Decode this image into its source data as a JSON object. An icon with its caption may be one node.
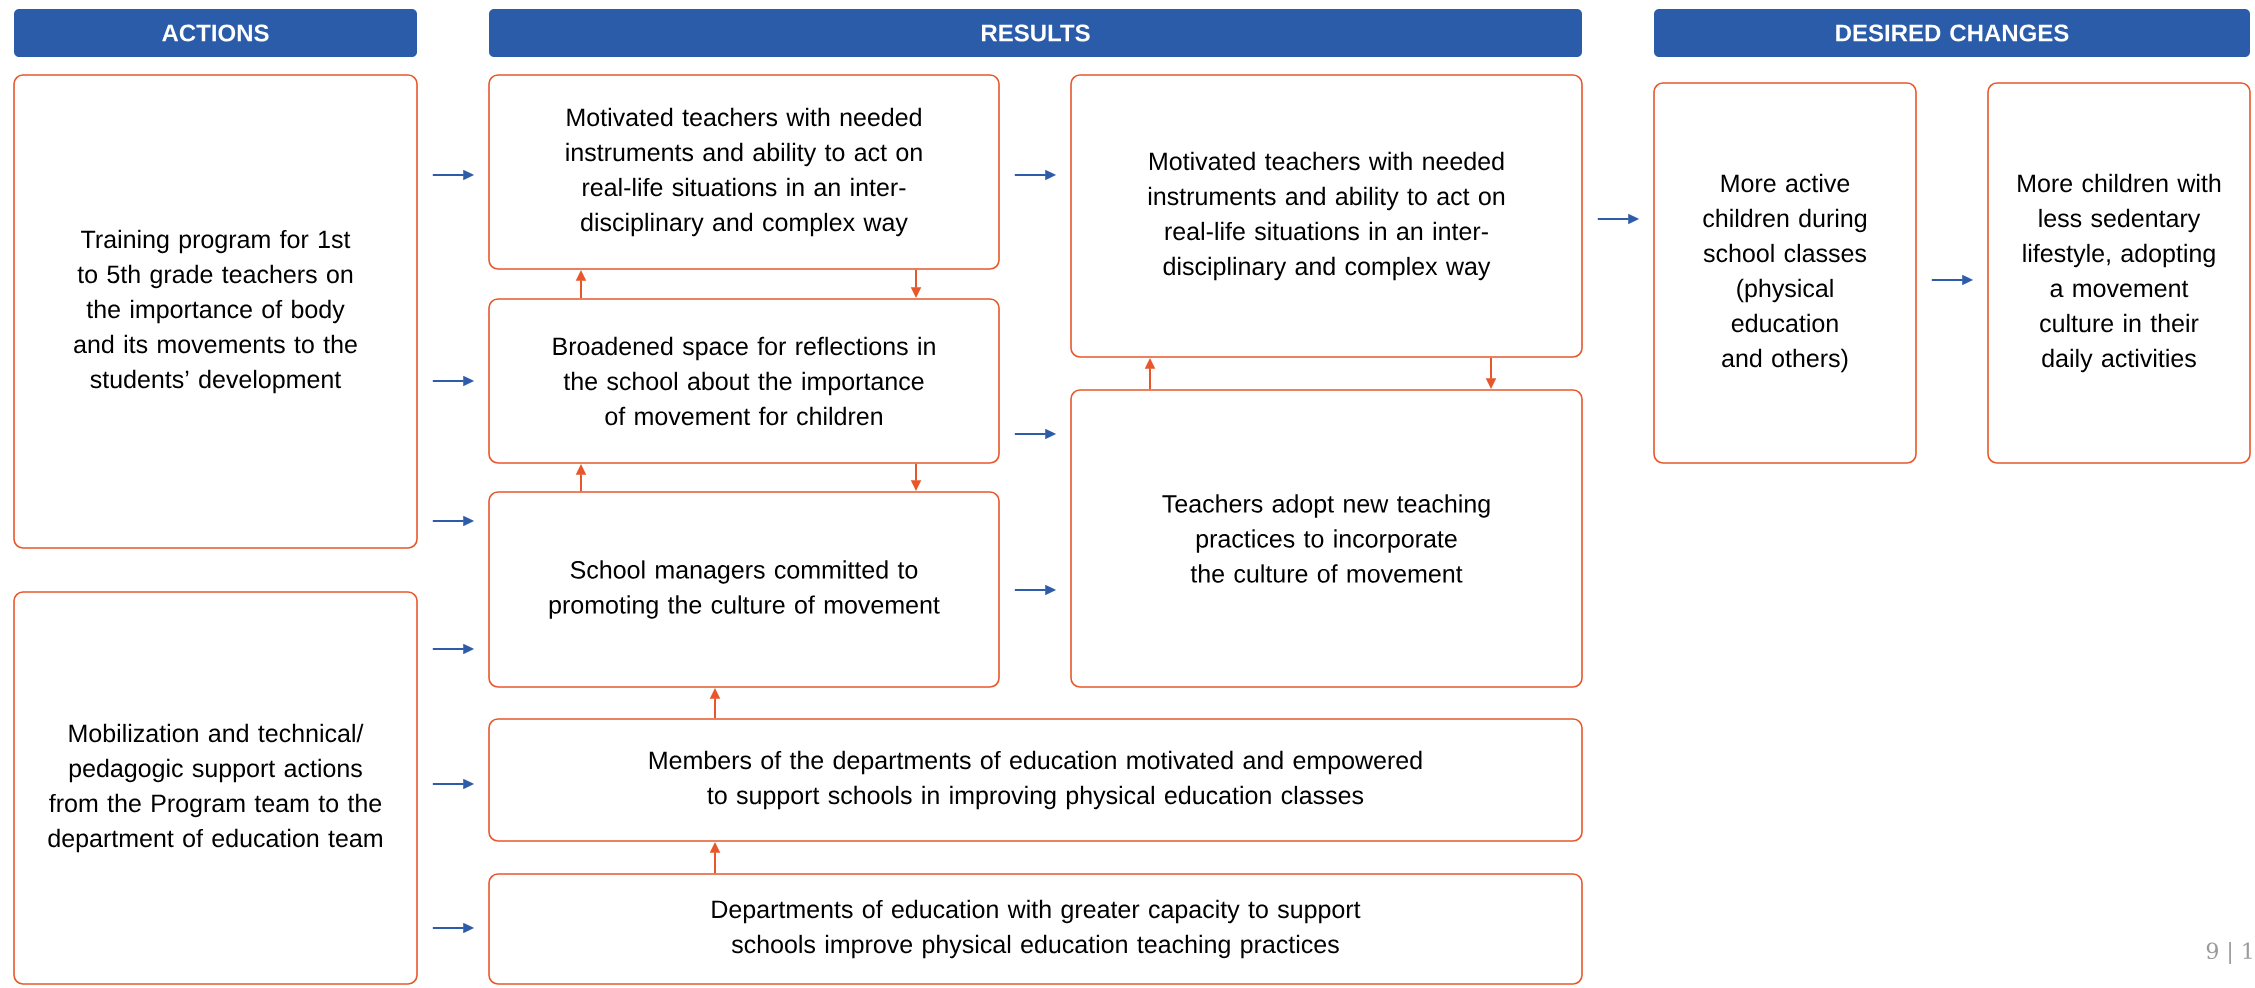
{
  "diagram": {
    "nodes": [
      {
        "text": [
          "ACTIONS"
        ]
      },
      {
        "text": [
          "RESULTS"
        ]
      },
      {
        "text": [
          "DESIRED CHANGES"
        ]
      },
      {
        "text": [
          "Training program for 1st to 5th grade teachers on the importance of body and its movements to the students’ development"
        ]
      },
      {
        "text": [
          "Mobilization and technical/ pedagogic support actions from the Program team to the department of education team"
        ]
      },
      {
        "text": [
          "Motivated teachers with needed instruments and ability to act on real-life situations in an inter-disciplinary and complex way"
        ]
      },
      {
        "text": [
          "Broadened space for reflections in the school about the importance of movement for children"
        ]
      },
      {
        "text": [
          "School managers committed to promoting the culture of movement"
        ]
      },
      {
        "text": [
          "Members of the departments of education motivated and empowered to support schools in improving physical education classes"
        ]
      },
      {
        "text": [
          "Departments of education with greater capacity to support schools improve physical education teaching practices"
        ]
      },
      {
        "text": [
          "Motivated teachers with needed instruments and ability to act on real-life situations in an inter-disciplinary and complex way"
        ]
      },
      {
        "text": [
          "Teachers adopt new teaching practices to incorporate the culture of movement"
        ]
      },
      {
        "text": [
          "More active children during school classes (physical education and others)"
        ]
      },
      {
        "text": [
          "More children with less sedentary lifestyle, adopting a movement culture in their daily activities"
        ]
      }
    ],
    "edges": [
      {
        "from": 3,
        "to": 5,
        "arrow": "to"
      },
      {
        "from": 3,
        "to": 6,
        "arrow": "to"
      },
      {
        "from": 3,
        "to": 7,
        "arrow": "to"
      },
      {
        "from": 4,
        "to": 7,
        "arrow": "to"
      },
      {
        "from": 4,
        "to": 8,
        "arrow": "to"
      },
      {
        "from": 4,
        "to": 9,
        "arrow": "to"
      },
      {
        "from": 5,
        "to": 10,
        "arrow": "to"
      },
      {
        "from": 6,
        "to": 11,
        "arrow": "to"
      },
      {
        "from": 7,
        "to": 11,
        "arrow": "to"
      },
      {
        "from": 10,
        "to": 12,
        "arrow": "to"
      },
      {
        "from": 12,
        "to": 13,
        "arrow": "to"
      },
      {
        "from": 6,
        "to": 5,
        "arrow": "to",
        "color": "#e8572a"
      },
      {
        "from": 5,
        "to": 6,
        "arrow": "to",
        "color": "#e8572a"
      },
      {
        "from": 7,
        "to": 6,
        "arrow": "to",
        "color": "#e8572a"
      },
      {
        "from": 6,
        "to": 7,
        "arrow": "to",
        "color": "#e8572a"
      },
      {
        "from": 8,
        "to": 7,
        "arrow": "to",
        "color": "#e8572a"
      },
      {
        "from": 9,
        "to": 8,
        "arrow": "to",
        "color": "#e8572a"
      },
      {
        "from": 11,
        "to": 10,
        "arrow": "to",
        "color": "#e8572a"
      },
      {
        "from": 10,
        "to": 11,
        "arrow": "to",
        "color": "#e8572a"
      }
    ],
    "labels": [
      "9 | 1"
    ]
  }
}
